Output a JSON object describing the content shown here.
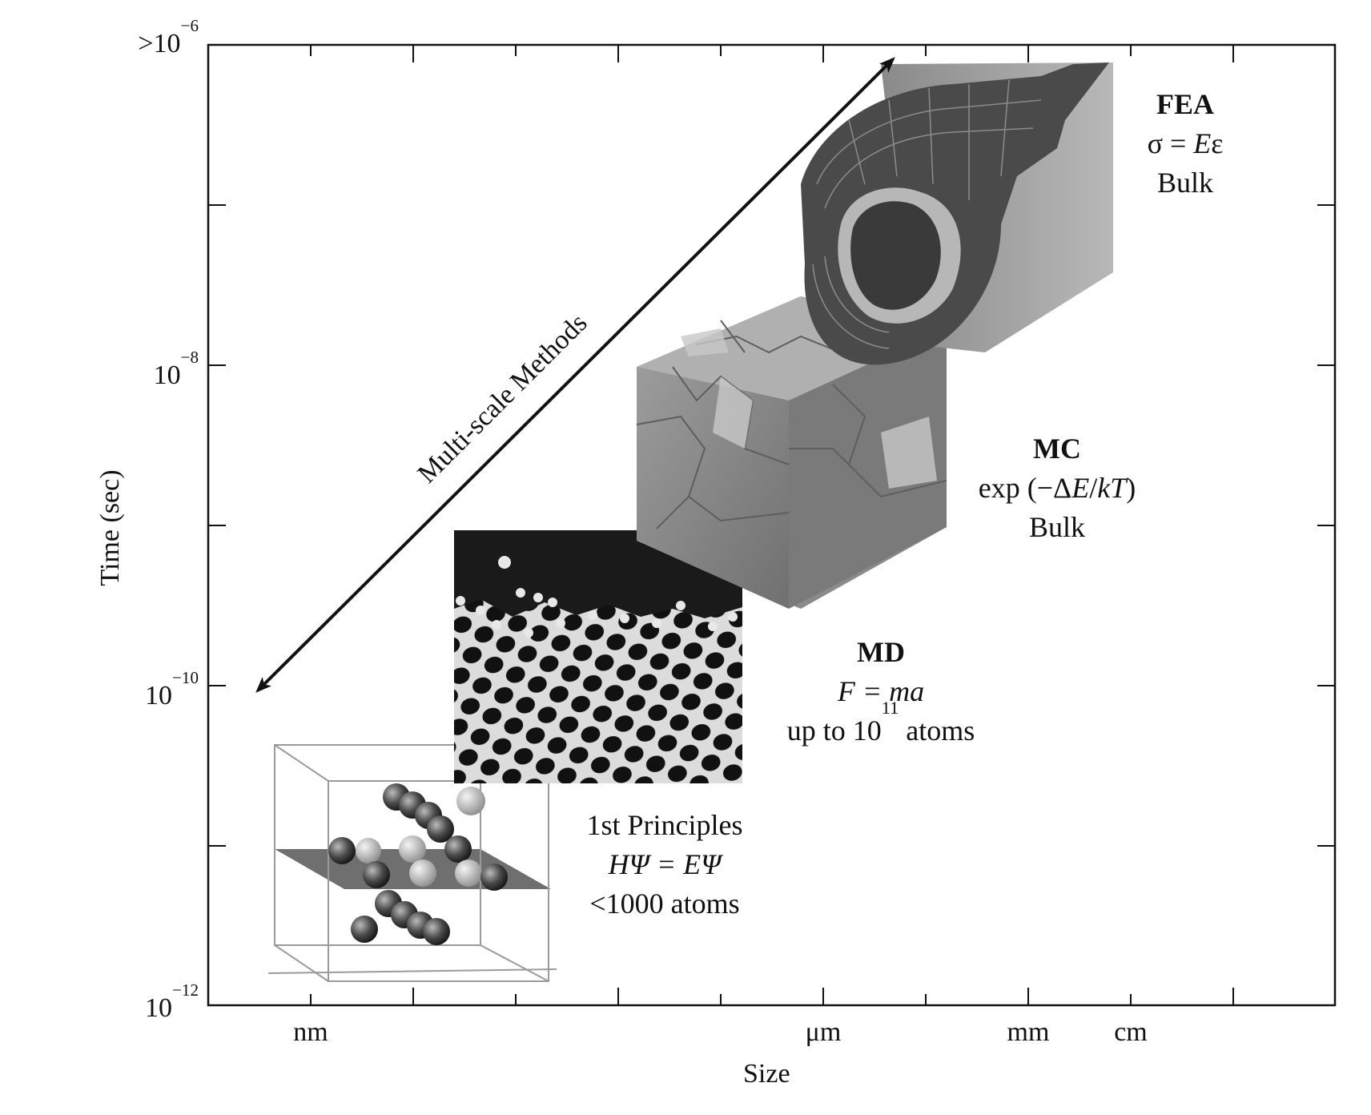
{
  "axes": {
    "y_title": "Time (sec)",
    "x_title": "Size",
    "y_ticks": [
      {
        "base": ">10",
        "exp": "−6"
      },
      {
        "base": "10",
        "exp": "−8"
      },
      {
        "base": "10",
        "exp": "−10"
      },
      {
        "base": "10",
        "exp": "−12"
      }
    ],
    "x_ticks": [
      "nm",
      "μm",
      "mm",
      "cm"
    ]
  },
  "arrow_label": "Multi-scale Methods",
  "methods": {
    "fea": {
      "name": "FEA",
      "eq_pre": "σ = ",
      "eq_it": "E",
      "eq_post": "ε",
      "scope": "Bulk"
    },
    "mc": {
      "name": "MC",
      "eq_pre": "exp (−Δ",
      "eq_it1": "E",
      "eq_mid": "/",
      "eq_it2": "kT",
      "eq_post": ")",
      "scope": "Bulk"
    },
    "md": {
      "name": "MD",
      "eq": "F = ma",
      "scope_pre": "up to 10",
      "scope_exp": "11",
      "scope_post": " atoms"
    },
    "fp": {
      "name": "1st Principles",
      "eq": "HΨ = EΨ",
      "scope": "<1000 atoms"
    }
  }
}
